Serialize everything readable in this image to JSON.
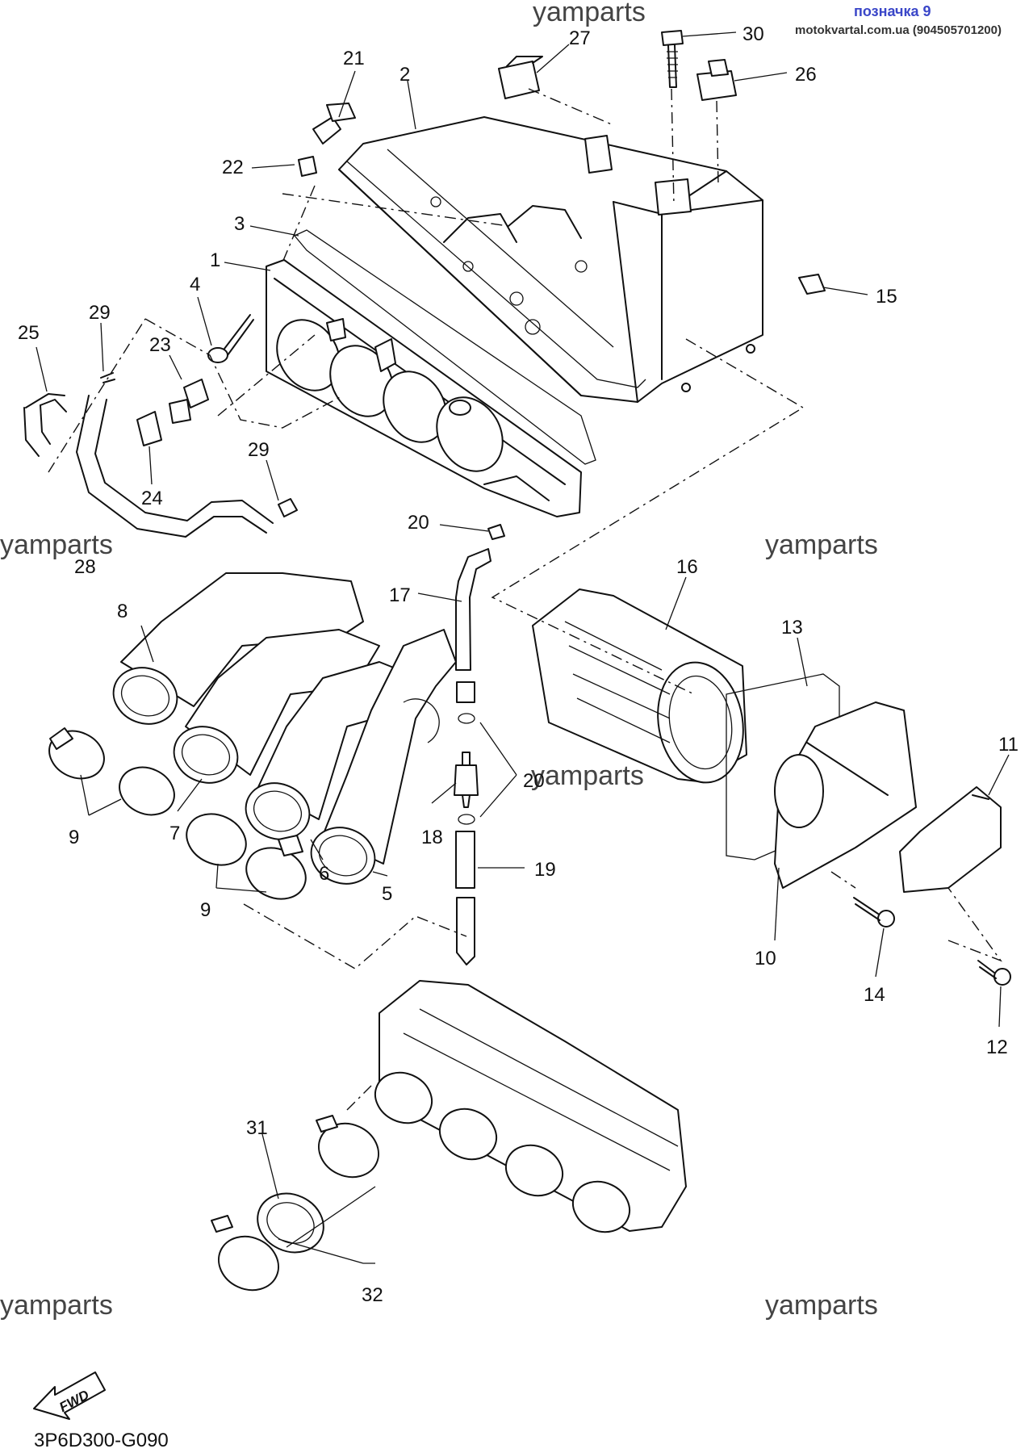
{
  "header": {
    "badge": "позначка 9",
    "site": "motokvartal.com.ua (904505701200)"
  },
  "watermarks": [
    "yamparts",
    "yamparts",
    "yamparts",
    "yamparts",
    "yamparts",
    "yamparts"
  ],
  "callouts": {
    "p1": "1",
    "p2": "2",
    "p3": "3",
    "p4": "4",
    "p5": "5",
    "p6": "6",
    "p7": "7",
    "p8": "8",
    "p9a": "9",
    "p9b": "9",
    "p10": "10",
    "p11": "11",
    "p12": "12",
    "p13": "13",
    "p14": "14",
    "p15": "15",
    "p16": "16",
    "p17": "17",
    "p18": "18",
    "p19": "19",
    "p20a": "20",
    "p20b": "20",
    "p21": "21",
    "p22": "22",
    "p23": "23",
    "p24": "24",
    "p25": "25",
    "p26": "26",
    "p27": "27",
    "p28": "28",
    "p29a": "29",
    "p29b": "29",
    "p30": "30",
    "p31": "31",
    "p32": "32"
  },
  "fwd_label": "FWD",
  "diagram_code": "3P6D300-G090"
}
